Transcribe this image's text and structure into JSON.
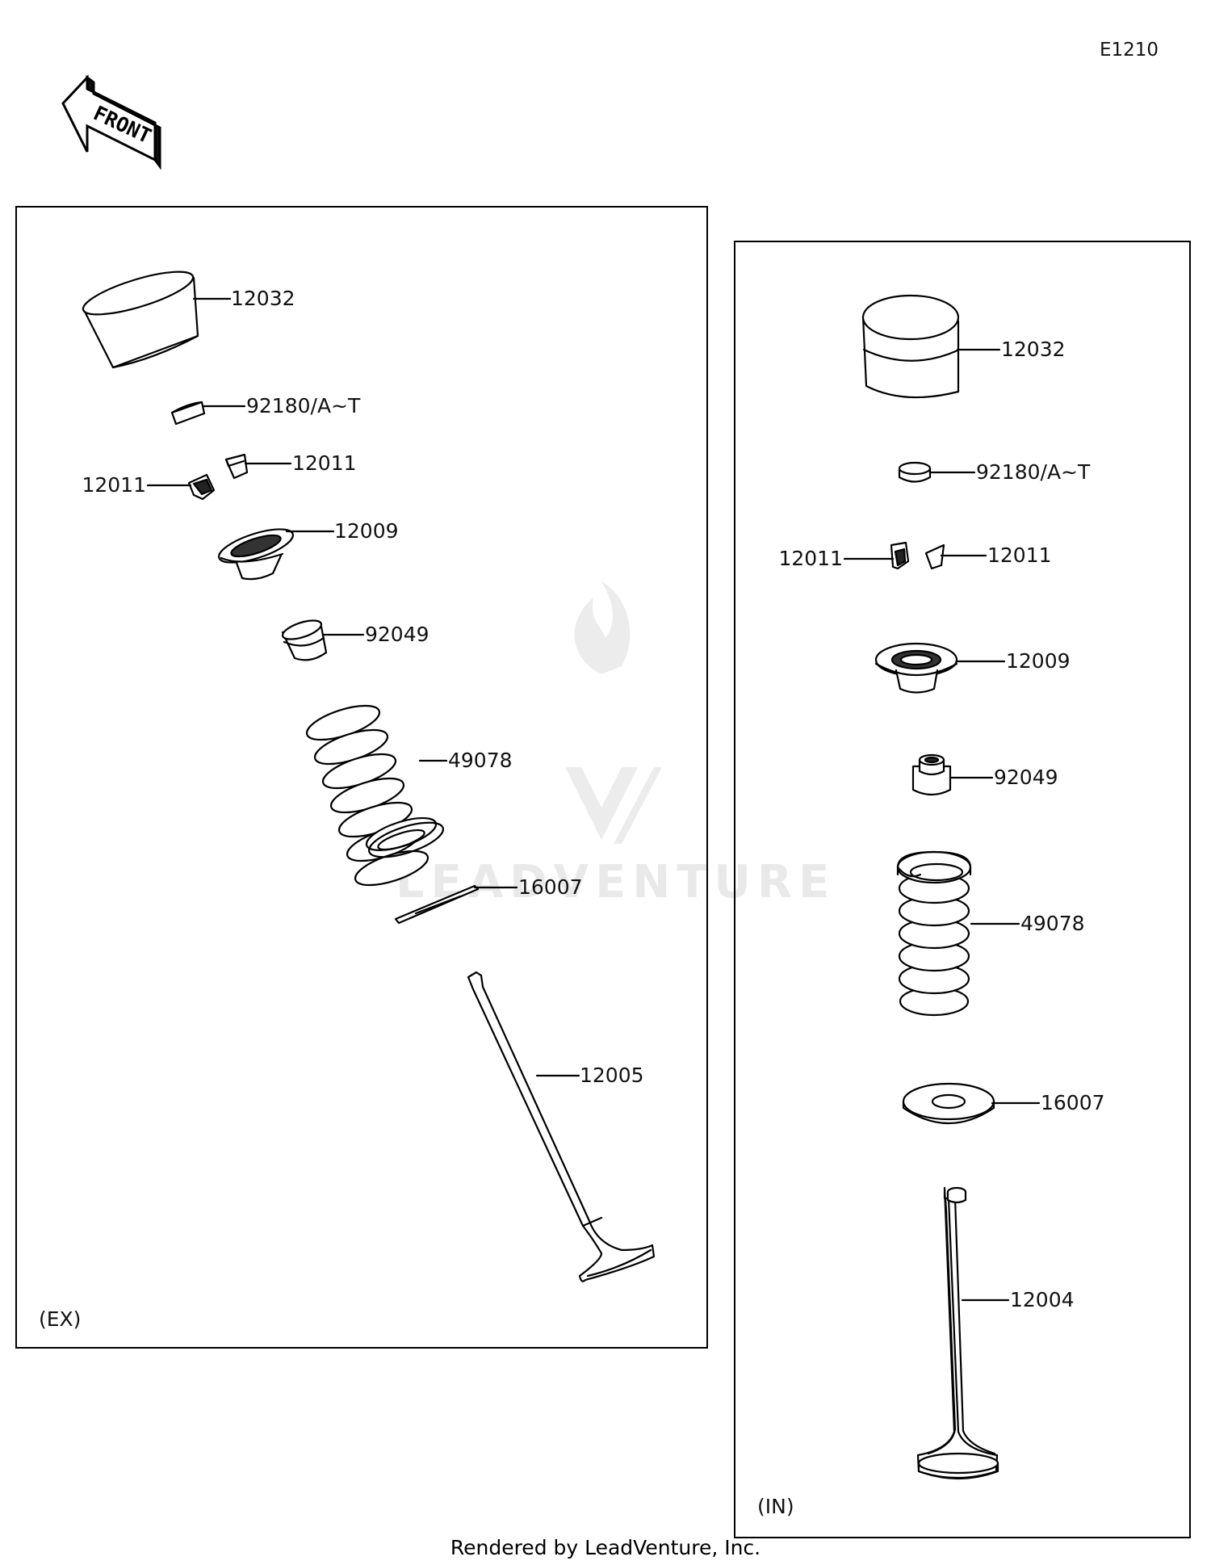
{
  "diagram_code": "E1210",
  "front_arrow_label": "FRONT",
  "watermark": "LEADVENTURE",
  "footer": "Rendered by LeadVenture, Inc.",
  "panel_ex": {
    "label": "(EX)",
    "parts": {
      "tappet": "12032",
      "shim": "92180/A~T",
      "cotter_right": "12011",
      "cotter_left": "12011",
      "retainer": "12009",
      "stem_seal": "92049",
      "spring": "49078",
      "spring_seat": "16007",
      "valve": "12005"
    }
  },
  "panel_in": {
    "label": "(IN)",
    "parts": {
      "tappet": "12032",
      "shim": "92180/A~T",
      "cotter_left": "12011",
      "cotter_right": "12011",
      "retainer": "12009",
      "stem_seal": "92049",
      "spring": "49078",
      "spring_seat": "16007",
      "valve": "12004"
    }
  }
}
